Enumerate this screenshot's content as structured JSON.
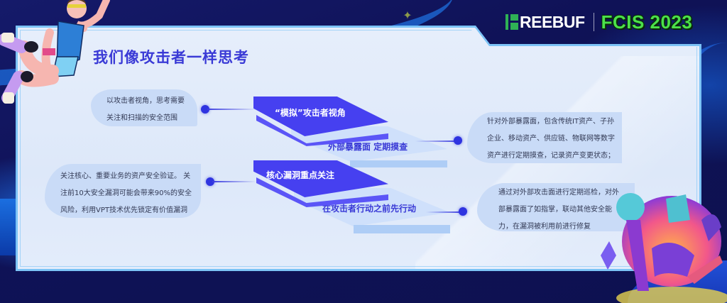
{
  "header": {
    "brand_mark": "F",
    "brand_text": "REEBUF",
    "event": "FCIS 2023"
  },
  "page": {
    "title": "我们像攻击者一样思考"
  },
  "steps": [
    {
      "plate_label": "“模拟”攻击者视角",
      "description_lines": [
        "以攻击者视角，思考需要",
        "关注和扫描的安全范围"
      ]
    },
    {
      "plate_label": "外部暴露面 定期摸查",
      "description_lines": [
        "针对外部暴露面，包含传统IT资产、子孙",
        "企业、移动资产、供应链、物联网等数字",
        "资产进行定期摸查，记录资产变更状态；"
      ]
    },
    {
      "plate_label": "核心漏洞重点关注",
      "description_lines": [
        "关注核心、重要业务的资产安全验证。 关",
        "注前10大安全漏洞可能会带来90%的安全",
        "风险，利用VPT技术优先锁定有价值漏洞"
      ]
    },
    {
      "plate_label": "在攻击者行动之前先行动",
      "description_lines": [
        "通过对外部攻击面进行定期巡检，对外",
        "部暴露面了如指掌，联动其他安全能",
        "力，在漏洞被利用前进行修复"
      ]
    }
  ],
  "decor": {
    "sparkle_icon": "✦",
    "left_illustration": "jumping-athlete-illustration",
    "right_illustration": "dancing-crowd-illustration"
  },
  "colors": {
    "accent": "#3d3fe0",
    "plate_dark": "#4640f0",
    "plate_light": "#cfe0fb",
    "title": "#3a3ad6",
    "brand_green": "#4be04b",
    "background": "#0f1257"
  }
}
